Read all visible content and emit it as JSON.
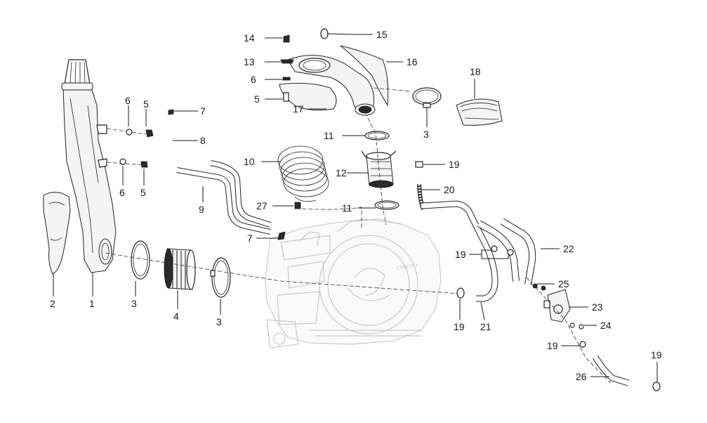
{
  "diagram": {
    "type": "exploded-parts-view",
    "callouts": [
      {
        "id": "c14",
        "text": "14"
      },
      {
        "id": "c15",
        "text": "15"
      },
      {
        "id": "c13",
        "text": "13"
      },
      {
        "id": "c16",
        "text": "16"
      },
      {
        "id": "c6a",
        "text": "6"
      },
      {
        "id": "c18",
        "text": "18"
      },
      {
        "id": "c5a",
        "text": "5"
      },
      {
        "id": "c17",
        "text": "17"
      },
      {
        "id": "c6b",
        "text": "6"
      },
      {
        "id": "c5b",
        "text": "5"
      },
      {
        "id": "c7a",
        "text": "7"
      },
      {
        "id": "c3a",
        "text": "3"
      },
      {
        "id": "c8",
        "text": "8"
      },
      {
        "id": "c11a",
        "text": "11"
      },
      {
        "id": "c10",
        "text": "10"
      },
      {
        "id": "c19a",
        "text": "19"
      },
      {
        "id": "c12",
        "text": "12"
      },
      {
        "id": "c6c",
        "text": "6"
      },
      {
        "id": "c5c",
        "text": "5"
      },
      {
        "id": "c20",
        "text": "20"
      },
      {
        "id": "c9",
        "text": "9"
      },
      {
        "id": "c27",
        "text": "27"
      },
      {
        "id": "c11b",
        "text": "11"
      },
      {
        "id": "c7b",
        "text": "7"
      },
      {
        "id": "c22",
        "text": "22"
      },
      {
        "id": "c19b",
        "text": "19"
      },
      {
        "id": "c25",
        "text": "25"
      },
      {
        "id": "c2",
        "text": "2"
      },
      {
        "id": "c1",
        "text": "1"
      },
      {
        "id": "c3b",
        "text": "3"
      },
      {
        "id": "c23",
        "text": "23"
      },
      {
        "id": "c4",
        "text": "4"
      },
      {
        "id": "c3c",
        "text": "3"
      },
      {
        "id": "c19c",
        "text": "19"
      },
      {
        "id": "c21",
        "text": "21"
      },
      {
        "id": "c24",
        "text": "24"
      },
      {
        "id": "c19d",
        "text": "19"
      },
      {
        "id": "c19e",
        "text": "19"
      },
      {
        "id": "c26",
        "text": "26"
      }
    ],
    "engine_brand_text": "CFMOTO"
  }
}
